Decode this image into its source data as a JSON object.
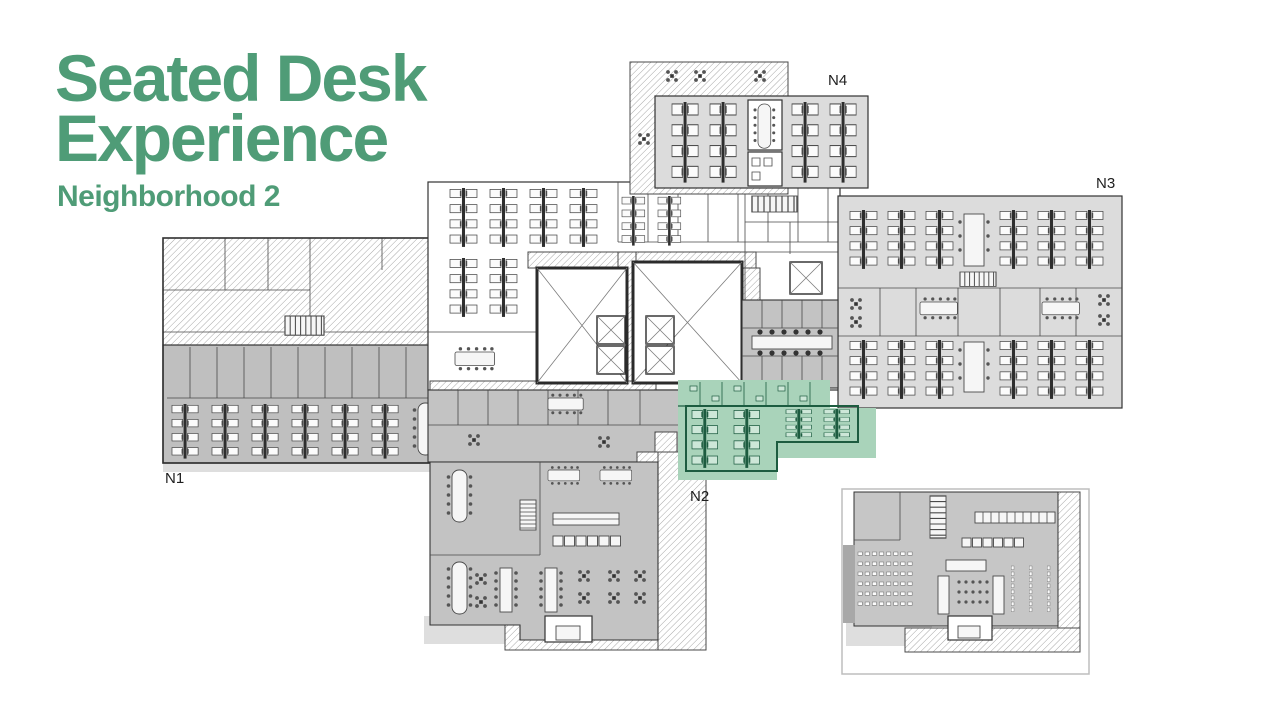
{
  "slide": {
    "title_line1": "Seated Desk",
    "title_line2": "Experience",
    "subtitle": "Neighborhood 2"
  },
  "floorplan": {
    "highlighted_neighborhood": "N2",
    "labels": [
      {
        "id": "n1",
        "text": "N1"
      },
      {
        "id": "n2",
        "text": "N2"
      },
      {
        "id": "n3",
        "text": "N3"
      },
      {
        "id": "n4",
        "text": "N4"
      }
    ]
  },
  "colors": {
    "accent_green": "#4f9c77",
    "highlight_fill": "#a9d3ba",
    "highlight_line": "#1d5c40",
    "zone_light_gray": "#dcdcdc",
    "zone_mid_gray": "#c3c3c3",
    "zone_dark_gray": "#bfbfbf",
    "wall_line": "#333333"
  }
}
